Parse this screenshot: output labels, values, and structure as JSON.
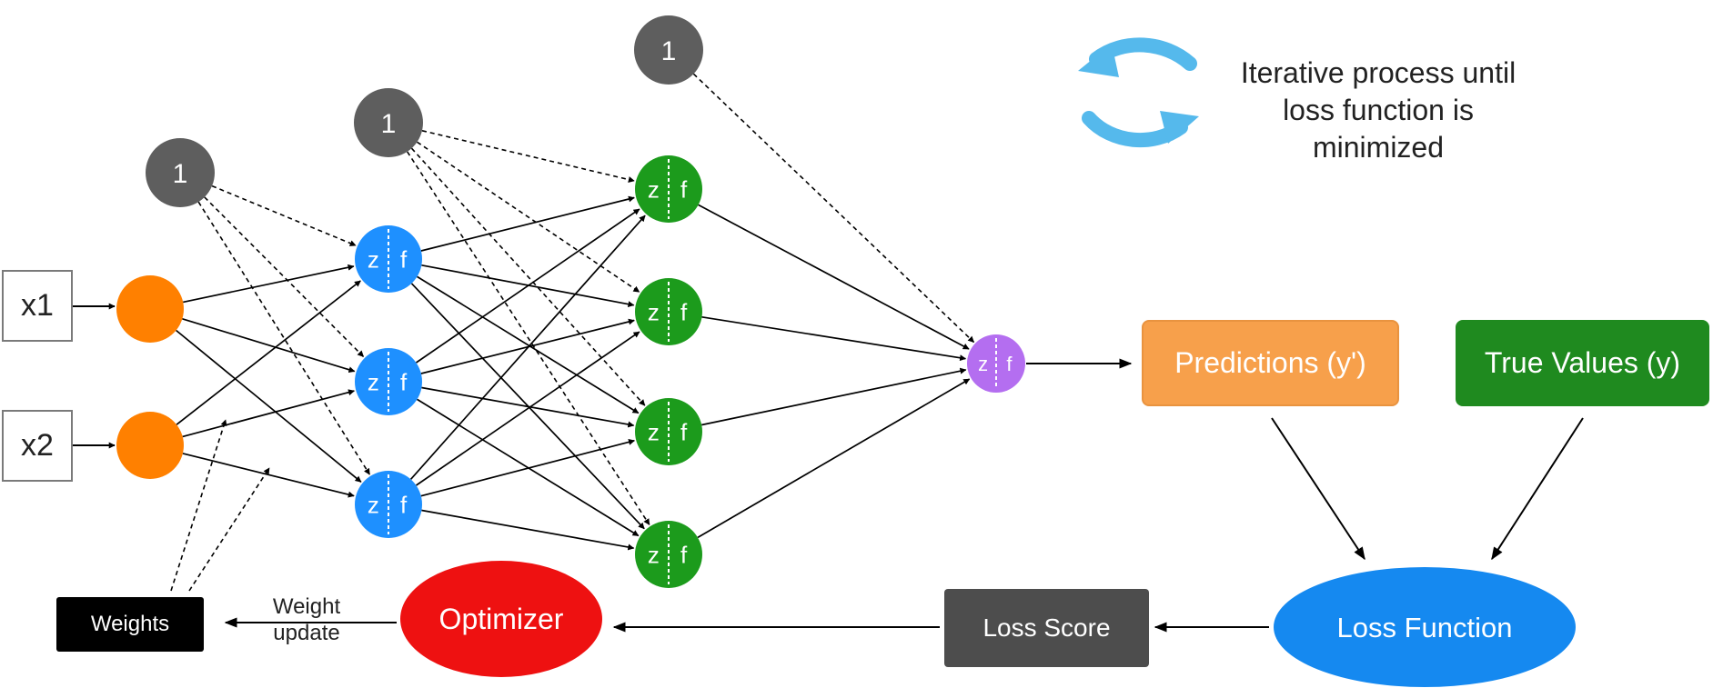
{
  "inputs": [
    "x1",
    "x2"
  ],
  "bias_label": "1",
  "neuron": {
    "z": "z",
    "f": "f"
  },
  "boxes": {
    "predictions": "Predictions (y')",
    "true_values": "True Values (y)",
    "loss_function": "Loss Function",
    "loss_score": "Loss Score",
    "optimizer": "Optimizer",
    "weights": "Weights"
  },
  "weight_update_label": [
    "Weight",
    "update"
  ],
  "iterative_note": [
    "Iterative process until",
    "loss function is",
    "minimized"
  ],
  "icons": [
    "cycle-arrows-icon"
  ],
  "colors": {
    "input_neuron": "#ff8000",
    "hidden1_neuron": "#1e90ff",
    "hidden2_neuron": "#1c9b1c",
    "output_neuron": "#b46ef0",
    "bias_node": "#5e5e5e",
    "predictions": "#f7a04b",
    "true_values": "#1f8a1f",
    "loss_function": "#1589f0",
    "loss_score": "#4d4d4d",
    "optimizer": "#ee1111",
    "weights": "#000000",
    "cycle_arrows": "#55b9ec"
  }
}
